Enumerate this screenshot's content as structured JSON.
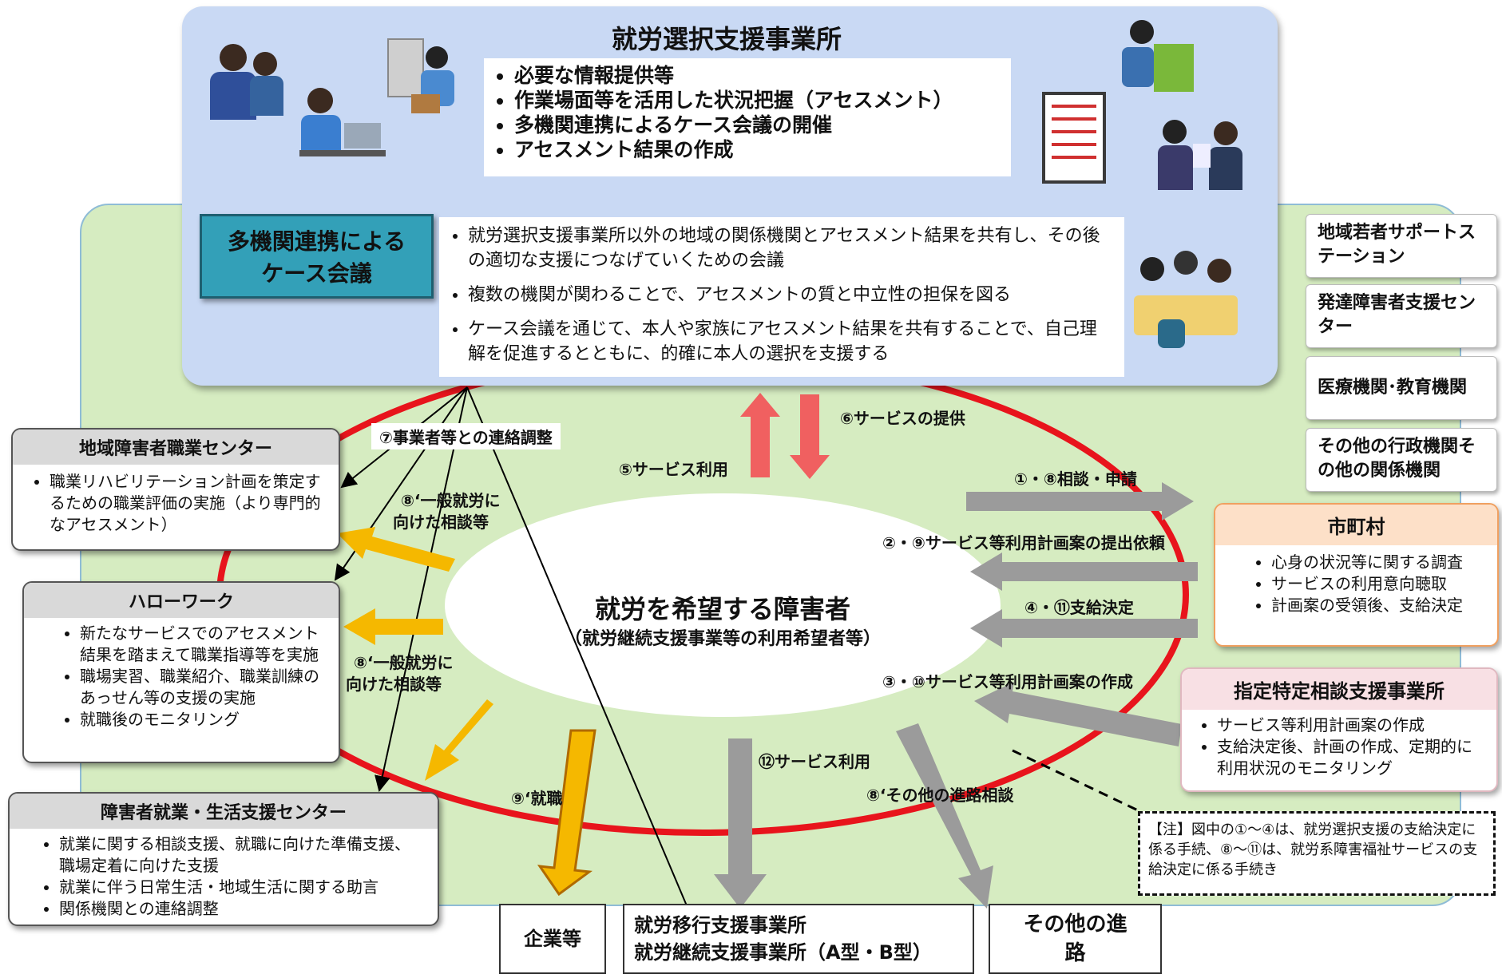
{
  "top": {
    "title": "就労選択支援事業所",
    "bullets": [
      "必要な情報提供等",
      "作業場面等を活用した状況把握（アセスメント）",
      "多機関連携によるケース会議の開催",
      "アセスメント結果の作成"
    ]
  },
  "case_meeting": {
    "title_line1": "多機関連携による",
    "title_line2": "ケース会議",
    "bullets": [
      "就労選択支援事業所以外の地域の関係機関とアセスメント結果を共有し、その後の適切な支援につなげていくための会議",
      "複数の機関が関わることで、アセスメントの質と中立性の担保を図る",
      "ケース会議を通じて、本人や家族にアセスメント結果を共有することで、自己理解を促進するとともに、的確に本人の選択を支援する"
    ]
  },
  "side_orgs": [
    "地域若者サポートステーション",
    "発達障害者支援センター",
    "医療機関･教育機関",
    "その他の行政機関その他の関係機関"
  ],
  "center": {
    "title": "就労を希望する障害者",
    "subtitle": "（就労継続支援事業等の利用希望者等）"
  },
  "left_orgs": [
    {
      "title": "地域障害者職業センター",
      "items": [
        "職業リハビリテーション計画を策定するための職業評価の実施（より専門的なアセスメント）"
      ]
    },
    {
      "title": "ハローワーク",
      "items": [
        "新たなサービスでのアセスメント結果を踏まえて職業指導等を実施",
        "職場実習、職業紹介、職業訓練のあっせん等の支援の実施",
        "就職後のモニタリング"
      ]
    },
    {
      "title": "障害者就業・生活支援センター",
      "items": [
        "就業に関する相談支援、就職に向けた準備支援、職場定着に向けた支援",
        "就業に伴う日常生活・地域生活に関する助言",
        "関係機関との連絡調整"
      ]
    }
  ],
  "municipality": {
    "title": "市町村",
    "items": [
      "心身の状況等に関する調査",
      "サービスの利用意向聴取",
      "計画案の受領後、支給決定"
    ]
  },
  "consult": {
    "title": "指定特定相談支援事業所",
    "items": [
      "サービス等利用計画案の作成",
      "支給決定後、計画の作成、定期的に利用状況のモニタリング"
    ]
  },
  "labels": {
    "coord": "⑦事業者等との連絡調整",
    "provide": "⑥サービスの提供",
    "use5": "⑤サービス利用",
    "apply": "①・⑧相談・申請",
    "request": "②・⑨サービス等利用計画案の提出依頼",
    "decision": "④・⑪支給決定",
    "create": "③・⑩サービス等利用計画案の作成",
    "consult8_line1": "⑧‘一般就労に",
    "consult8_line2": "向けた相談等",
    "use12": "⑫サービス利用",
    "employ9": "⑨‘就職",
    "other8": "⑧‘その他の進路相談"
  },
  "note": "【注】図中の①～④は、就労選択支援の支給決定に係る手続、⑧～⑪は、就労系障害福祉サービスの支給決定に係る手続き",
  "bottom": {
    "company": "企業等",
    "transition_line1": "就労移行支援事業所",
    "transition_line2": "就労継続支援事業所（A型・B型）",
    "other_line1": "その他の進",
    "other_line2": "路"
  }
}
